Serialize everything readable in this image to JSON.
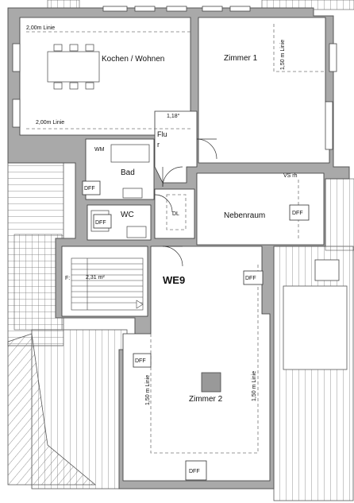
{
  "unit_name": "WE9",
  "rooms": {
    "kochen_wohnen": "Kochen / Wohnen",
    "zimmer1": "Zimmer 1",
    "flur_line1": "Flu",
    "flur_line2": "r",
    "bad": "Bad",
    "wc": "WC",
    "nebenraum": "Nebenraum",
    "zimmer2": "Zimmer 2"
  },
  "fixtures": {
    "wm": "WM",
    "dl": "DL",
    "dff": "DFF",
    "stair_area": "2,31 m²",
    "stair_f": "F:"
  },
  "annotations": {
    "linie_200_top": "2,00m Linie",
    "linie_200_bottom": "2,00m Linie",
    "linie_150_zimmer1": "1,50 m Linie",
    "linie_150_zimmer2_left": "1,50 m Linie",
    "linie_150_zimmer2_right": "1,50 m Linie",
    "dim_118": "1,18°",
    "vs_rh": "VS rh"
  }
}
